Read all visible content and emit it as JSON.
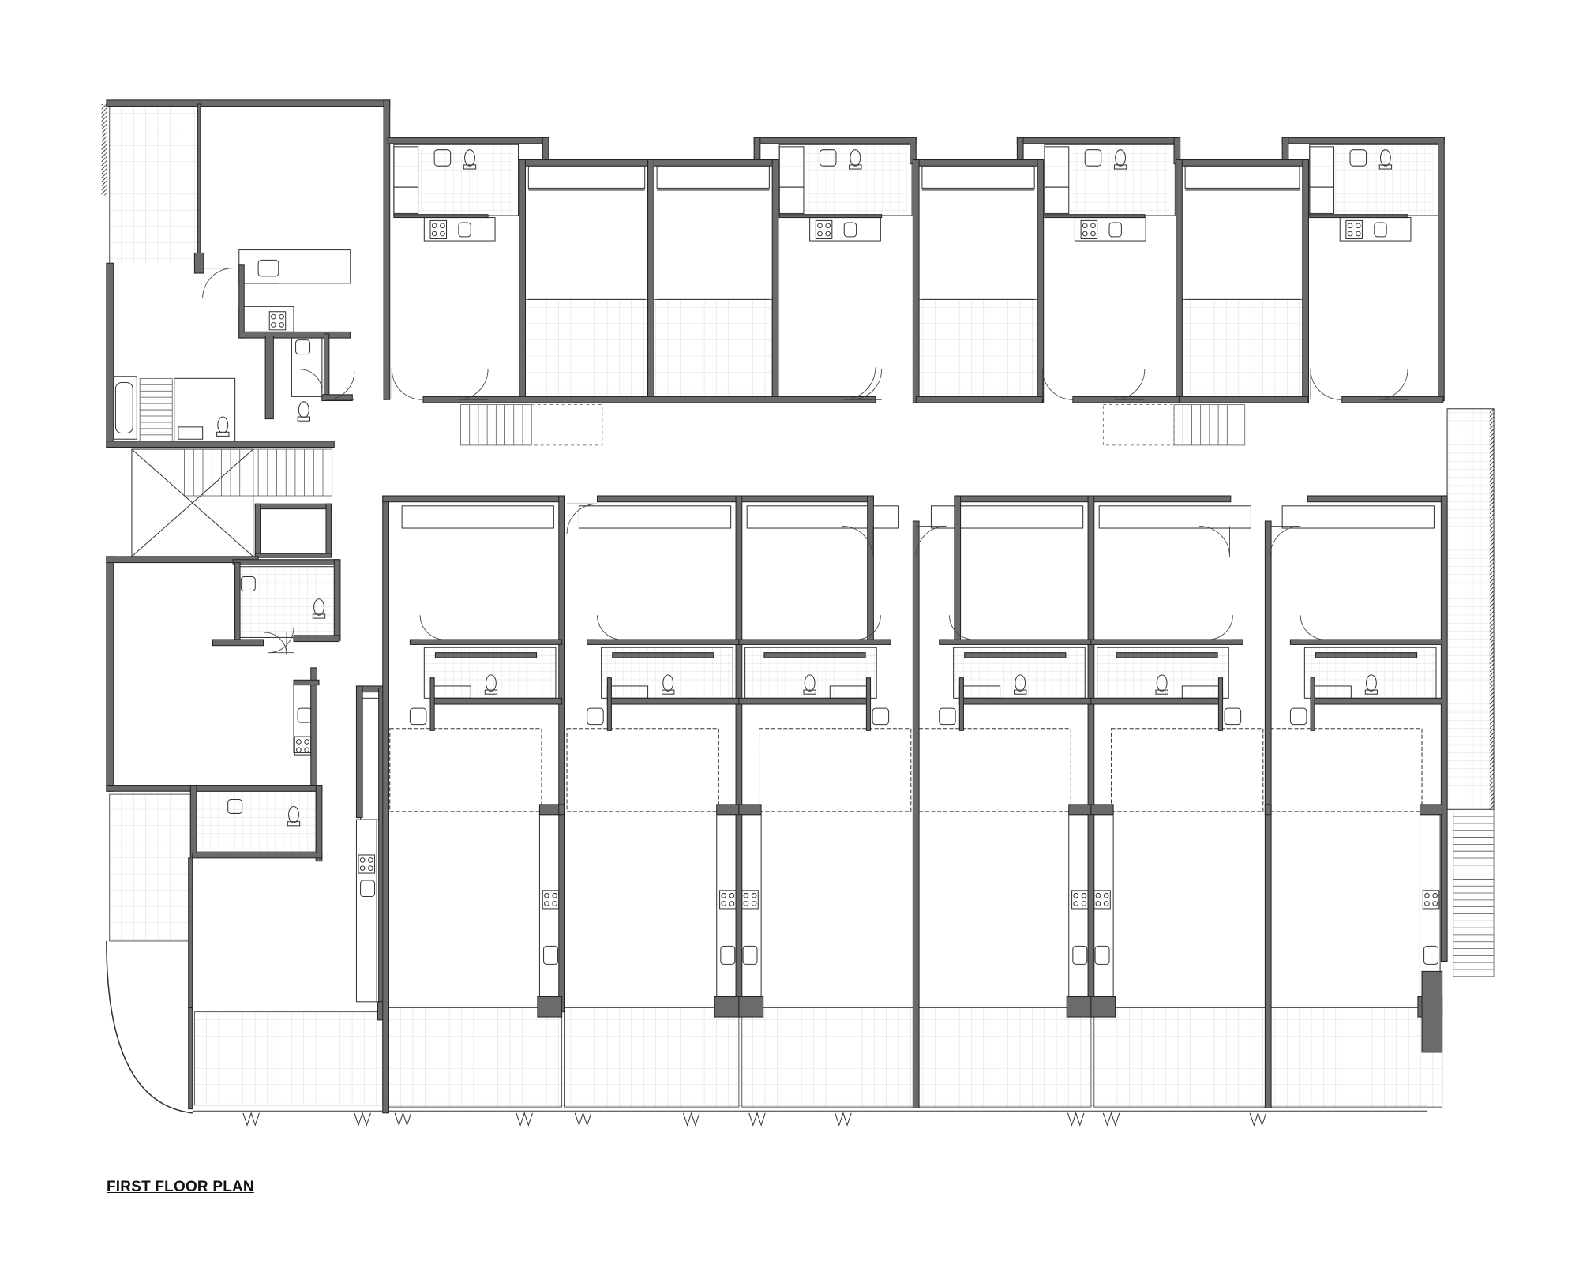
{
  "drawing": {
    "title": "FIRST FLOOR PLAN"
  },
  "colors": {
    "wall_fill": "#6b6b6b",
    "line": "#222222",
    "hatch": "#c8c8c8",
    "background": "#ffffff"
  },
  "elements": [
    "walls",
    "doors",
    "balconies",
    "stairs",
    "kitchens",
    "bathrooms"
  ]
}
